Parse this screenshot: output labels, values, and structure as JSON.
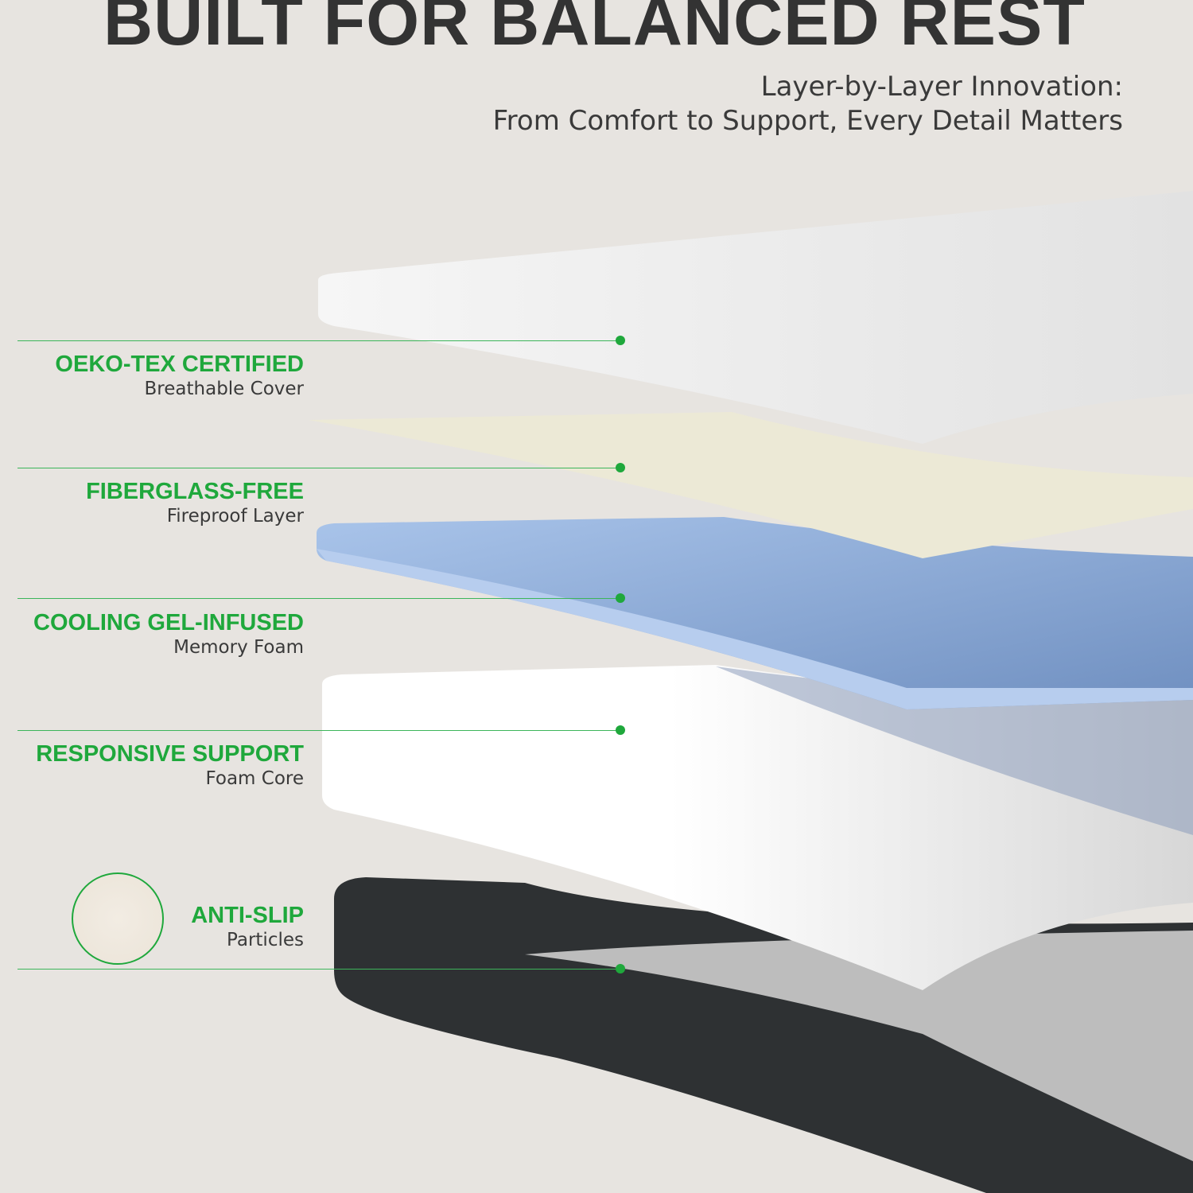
{
  "header": {
    "title": "BUILT FOR BALANCED REST",
    "subtitle_line1": "Layer-by-Layer Innovation:",
    "subtitle_line2": "From Comfort to Support, Every Detail Matters"
  },
  "layers": [
    {
      "heading": "OEKO-TEX CERTIFIED",
      "sub": "Breathable Cover"
    },
    {
      "heading": "FIBERGLASS-FREE",
      "sub": "Fireproof Layer"
    },
    {
      "heading": "COOLING GEL-INFUSED",
      "sub": "Memory Foam"
    },
    {
      "heading": "RESPONSIVE SUPPORT",
      "sub": "Foam Core"
    },
    {
      "heading": "ANTI-SLIP",
      "sub": "Particles"
    }
  ],
  "colors": {
    "accent": "#1fa83c",
    "background": "#e7e4e0",
    "title": "#333333"
  }
}
